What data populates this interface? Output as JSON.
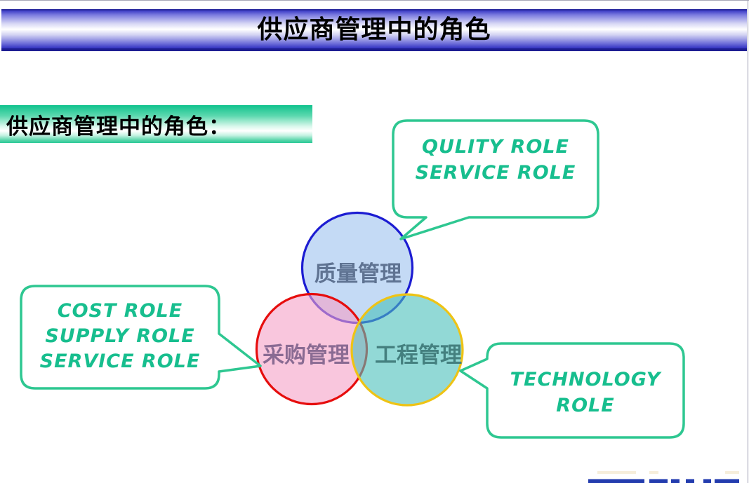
{
  "slide": {
    "title": "供应商管理中的角色"
  },
  "heading": {
    "text": "供应商管理中的角色："
  },
  "venn": {
    "circles": [
      {
        "id": "quality",
        "label": "质量管理",
        "fill": "#9CC1EF",
        "stroke": "#1C1CD2",
        "label_color": "#5F7392"
      },
      {
        "id": "procurement",
        "label": "采购管理",
        "fill": "#F5A0C6",
        "stroke": "#E60D0D",
        "label_color": "#8A6B93"
      },
      {
        "id": "engineering",
        "label": "工程管理",
        "fill": "#49BFBB",
        "stroke": "#EEC315",
        "label_color": "#44807F"
      }
    ]
  },
  "callouts": [
    {
      "id": "quality-roles",
      "lines": [
        "QULITY ROLE",
        "SERVICE ROLE"
      ]
    },
    {
      "id": "procurement-roles",
      "lines": [
        "COST ROLE",
        "SUPPLY ROLE",
        "SERVICE ROLE"
      ]
    },
    {
      "id": "engineering-roles",
      "lines": [
        "TECHNOLOGY",
        "ROLE"
      ]
    }
  ],
  "colors": {
    "callout_border_green": "#2EC791",
    "callout_text_green": "#17BE8E",
    "title_bar_blue": "#3B3BC6",
    "heading_green": "#0FC28D",
    "logo_blue": "#233CAE"
  }
}
